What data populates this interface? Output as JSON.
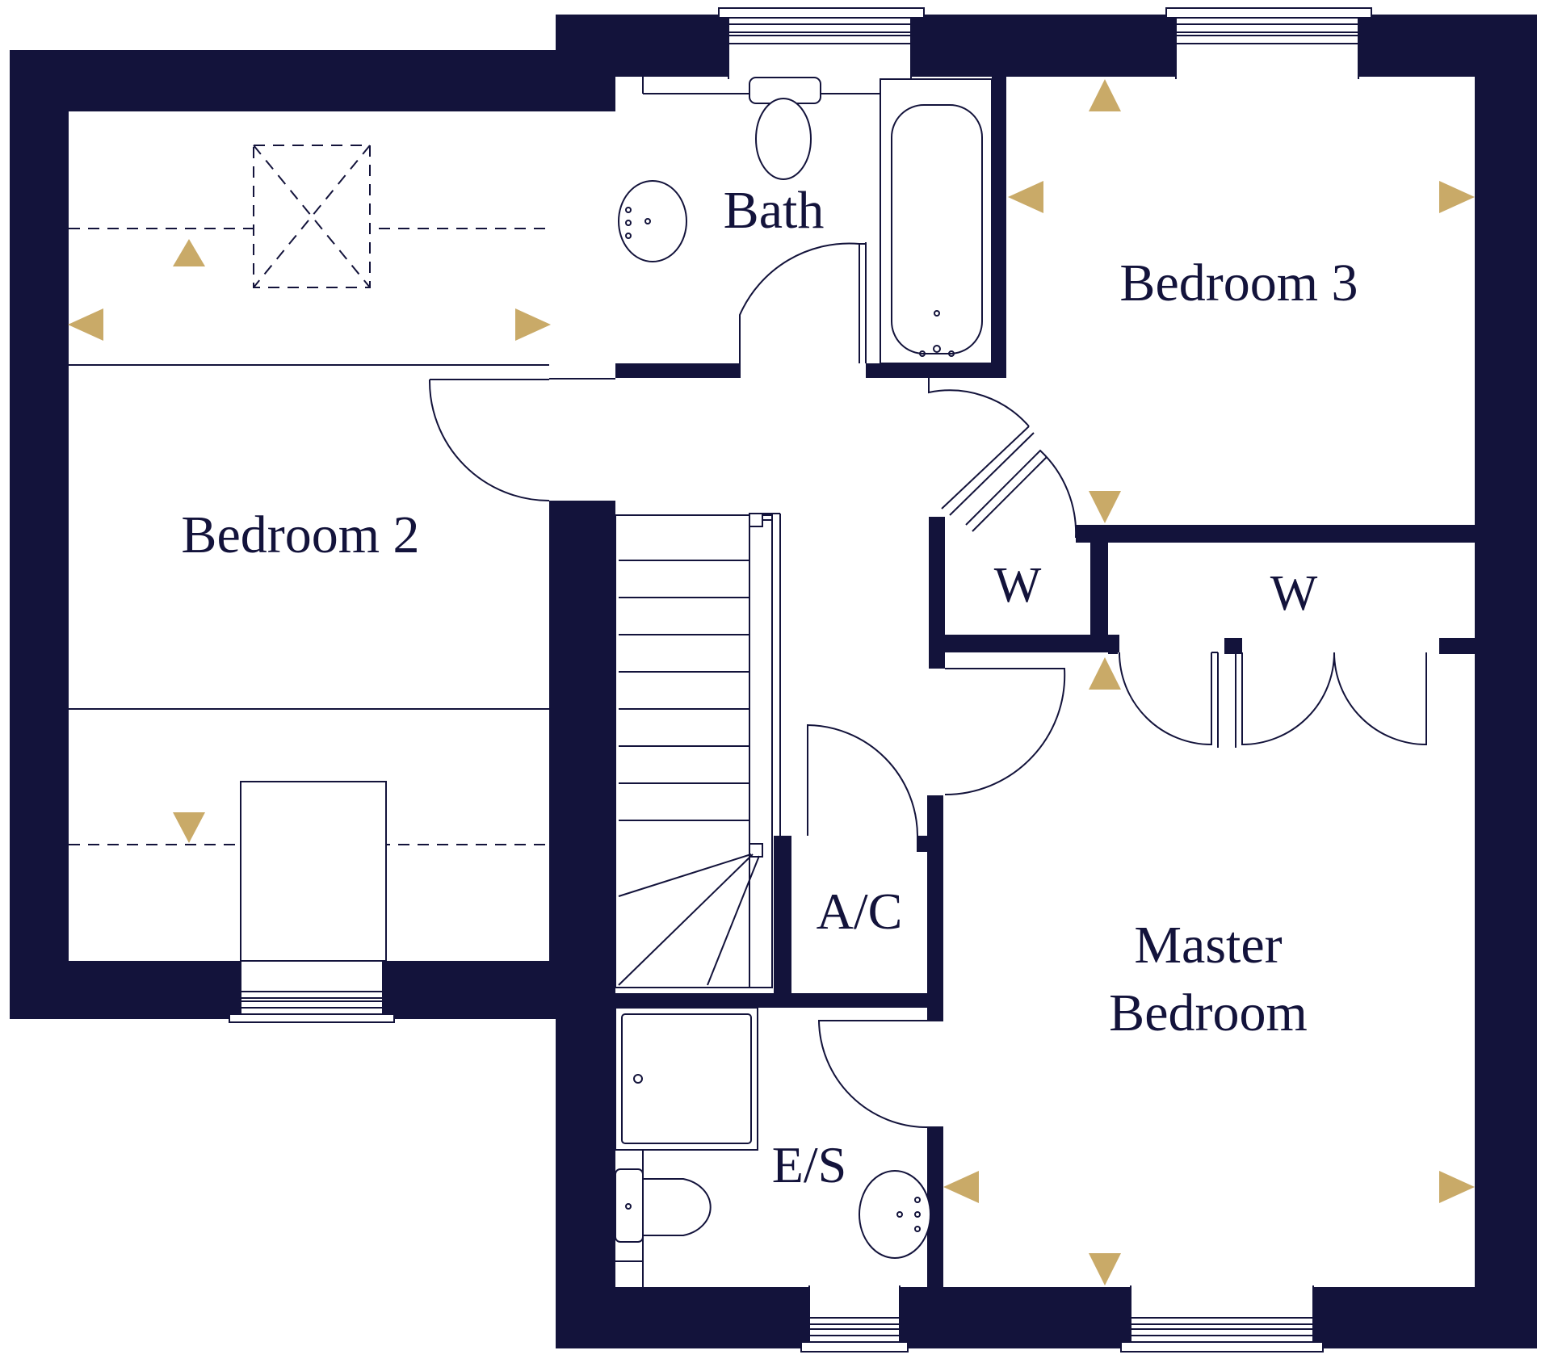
{
  "colors": {
    "wall": "#13133b",
    "accent": "#c9aa68",
    "background": "#ffffff"
  },
  "rooms": {
    "bedroom2": "Bedroom 2",
    "bedroom3": "Bedroom 3",
    "bath": "Bath",
    "wardrobe_small": "W",
    "wardrobe_large": "W",
    "airing_cupboard": "A/C",
    "master_line1": "Master",
    "master_line2": "Bedroom",
    "ensuite": "E/S"
  },
  "icons": {
    "dimension_marker": "triangle-arrow-icon",
    "loft_hatch": "loft-hatch-icon",
    "toilet": "toilet-icon",
    "basin": "basin-icon",
    "bathtub": "bathtub-icon",
    "shower": "shower-tray-icon",
    "staircase": "staircase-icon",
    "door": "door-swing-icon",
    "window": "window-icon"
  }
}
